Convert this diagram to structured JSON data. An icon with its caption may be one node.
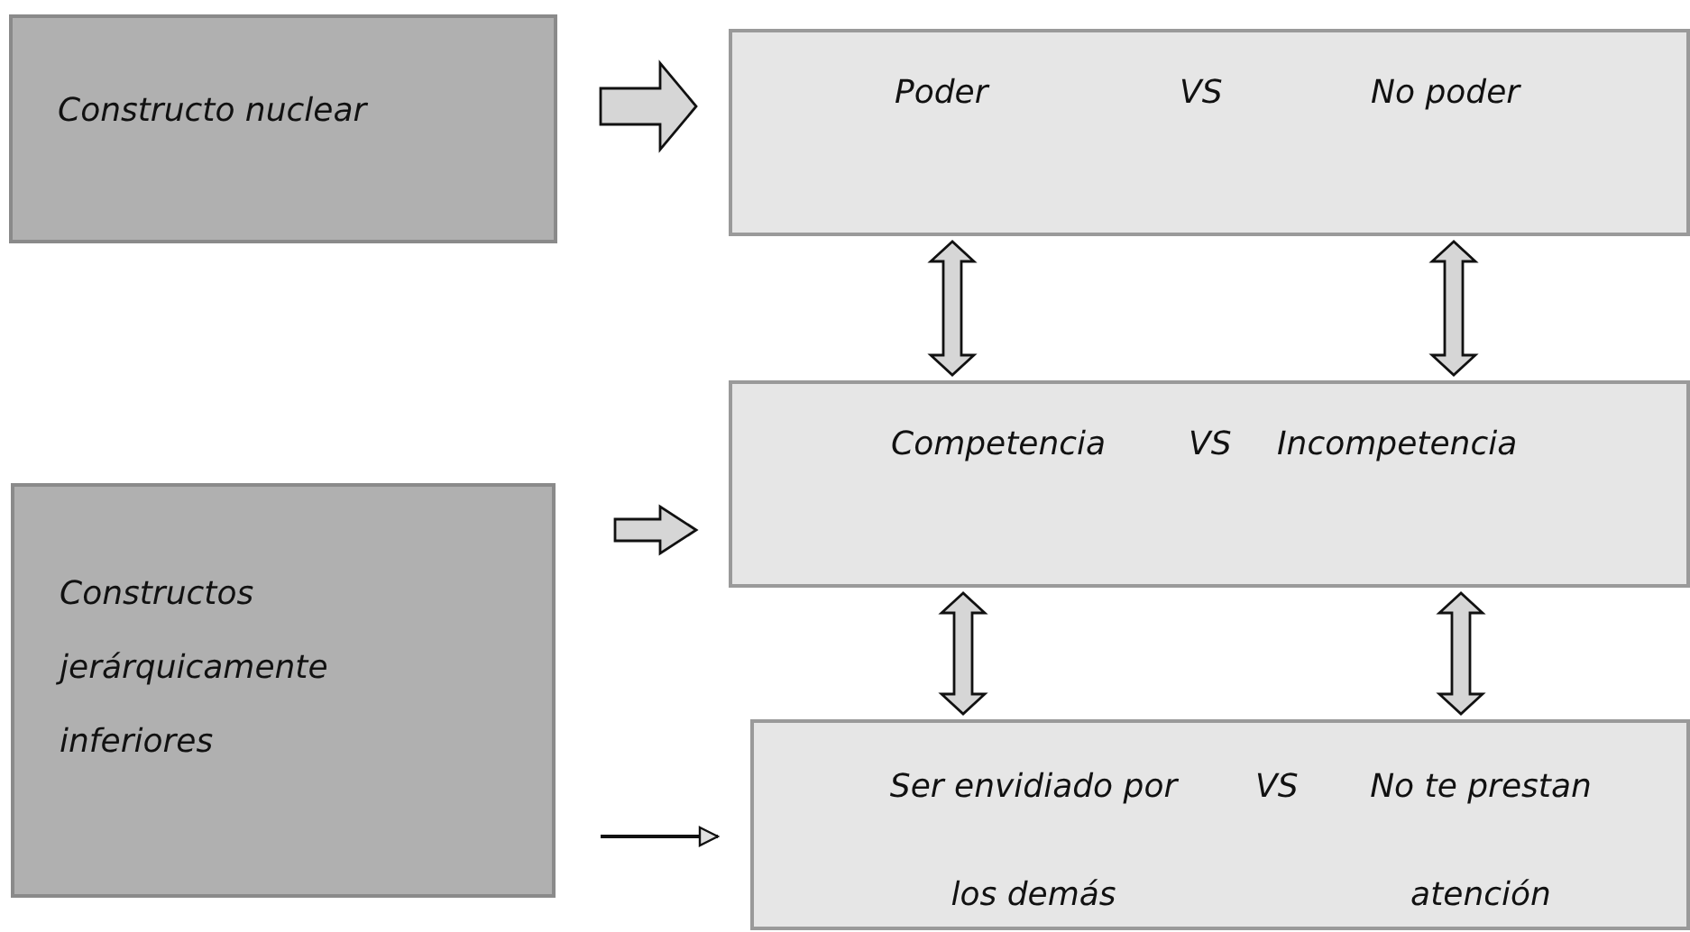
{
  "diagram": {
    "nodes": [
      {
        "text": [
          "Constructo nuclear"
        ]
      },
      {
        "text": [
          "Constructos jerárquicamente inferiores"
        ]
      },
      {
        "text": [
          "Poder",
          "VS",
          "No poder"
        ]
      },
      {
        "text": [
          "Competencia",
          "VS",
          "Incompetencia"
        ]
      },
      {
        "text": [
          "Ser envidiado por los demás",
          "VS",
          "No te prestan atención"
        ]
      }
    ],
    "edges": [
      {
        "from": null,
        "to": 2,
        "arrow": "to",
        "style": "thick"
      },
      {
        "from": null,
        "to": 3,
        "arrow": "to",
        "style": "thick"
      },
      {
        "from": null,
        "to": 4,
        "arrow": "to"
      },
      {
        "from": 2,
        "to": 3,
        "arrow": "both",
        "style": "thick"
      },
      {
        "from": 2,
        "to": 3,
        "arrow": "both",
        "style": "thick"
      },
      {
        "from": 3,
        "to": 4,
        "arrow": "both",
        "style": "thick"
      },
      {
        "from": 3,
        "to": 4,
        "arrow": "both",
        "style": "thick"
      }
    ]
  }
}
